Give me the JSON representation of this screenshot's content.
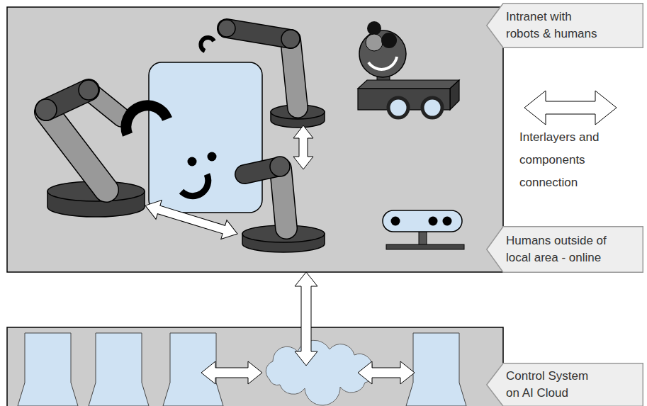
{
  "diagram": {
    "nodes": [
      {
        "text": [
          "Intranet with robots & humans"
        ]
      },
      {
        "text": [
          "Humans outside of local area - online"
        ]
      },
      {
        "text": [
          "Control System on AI Cloud"
        ]
      }
    ],
    "legend": [
      {
        "text": "Interlayers and components connection"
      }
    ]
  }
}
